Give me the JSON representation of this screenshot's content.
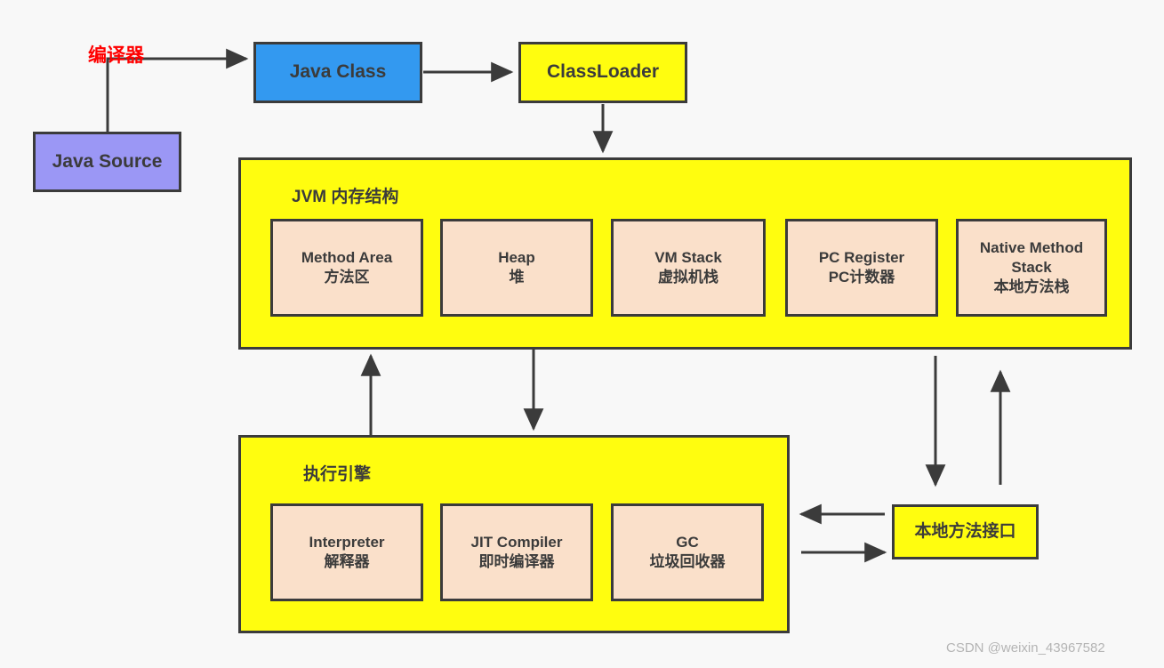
{
  "diagram": {
    "background_color": "#f8f8f8",
    "stroke_color": "#3b3b3b",
    "nodes": {
      "java_source": {
        "label": "Java Source",
        "color": "#9b97f5"
      },
      "java_class": {
        "label": "Java Class",
        "color": "#3399f0"
      },
      "class_loader": {
        "label": "ClassLoader",
        "color": "#fffd0f"
      },
      "native_interface": {
        "label": "本地方法接口",
        "color": "#fffd0f"
      }
    },
    "edge_labels": {
      "compiler": {
        "text": "编译器",
        "color": "#ff0000"
      }
    },
    "jvm_memory": {
      "title": "JVM 内存结构",
      "color": "#fffd0f",
      "item_color": "#fae0ca",
      "items": [
        {
          "en": "Method Area",
          "zh": "方法区"
        },
        {
          "en": "Heap",
          "zh": "堆"
        },
        {
          "en": "VM Stack",
          "zh": "虚拟机栈"
        },
        {
          "en": "PC Register",
          "zh": "PC计数器"
        },
        {
          "en": "Native Method Stack",
          "zh": "本地方法栈"
        }
      ]
    },
    "execution_engine": {
      "title": "执行引擎",
      "color": "#fffd0f",
      "item_color": "#fae0ca",
      "items": [
        {
          "en": "Interpreter",
          "zh": "解释器"
        },
        {
          "en": "JIT Compiler",
          "zh": "即时编译器"
        },
        {
          "en": "GC",
          "zh": "垃圾回收器"
        }
      ]
    },
    "watermark": "CSDN @weixin_43967582"
  }
}
